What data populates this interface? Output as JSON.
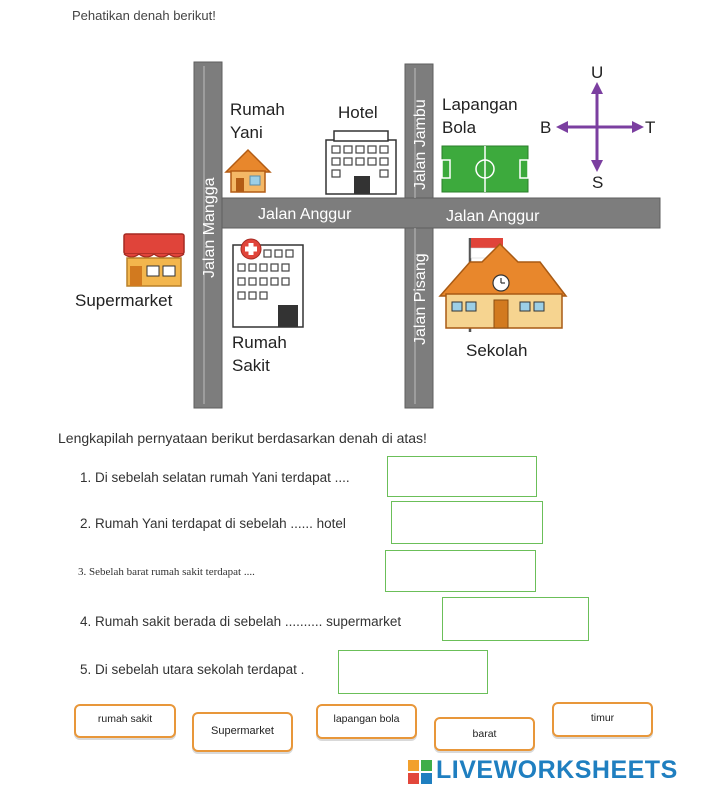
{
  "intro": "Pehatikan denah berikut!",
  "map": {
    "places": {
      "rumah_yani": [
        "Rumah",
        "Yani"
      ],
      "hotel": "Hotel",
      "lapangan": [
        "Lapangan",
        "Bola"
      ],
      "supermarket": "Supermarket",
      "rumah_sakit": [
        "Rumah",
        "Sakit"
      ],
      "sekolah": "Sekolah"
    },
    "roads": {
      "mangga": "Jalan Mangga",
      "jambu": "Jalan Jambu",
      "pisang": "Jalan Pisang",
      "anggur_left": "Jalan Anggur",
      "anggur_right": "Jalan Anggur"
    },
    "compass": {
      "north": "U",
      "south": "S",
      "west": "B",
      "east": "T"
    },
    "colors": {
      "road": "#7d7d7d",
      "compass": "#7b3fa0"
    }
  },
  "instruction": "Lengkapilah pernyataan berikut berdasarkan denah di atas!",
  "questions": [
    "1.  Di sebelah selatan rumah Yani terdapat ....",
    "2.  Rumah Yani terdapat di sebelah ...... hotel",
    "3.    Sebelah barat rumah sakit terdapat ....",
    "4.  Rumah sakit berada di sebelah .......... supermarket",
    "5.  Di sebelah utara sekolah terdapat ."
  ],
  "options": [
    "rumah sakit",
    "Supermarket",
    "lapangan bola",
    "barat",
    "timur"
  ],
  "brand": "LIVEWORKSHEETS"
}
